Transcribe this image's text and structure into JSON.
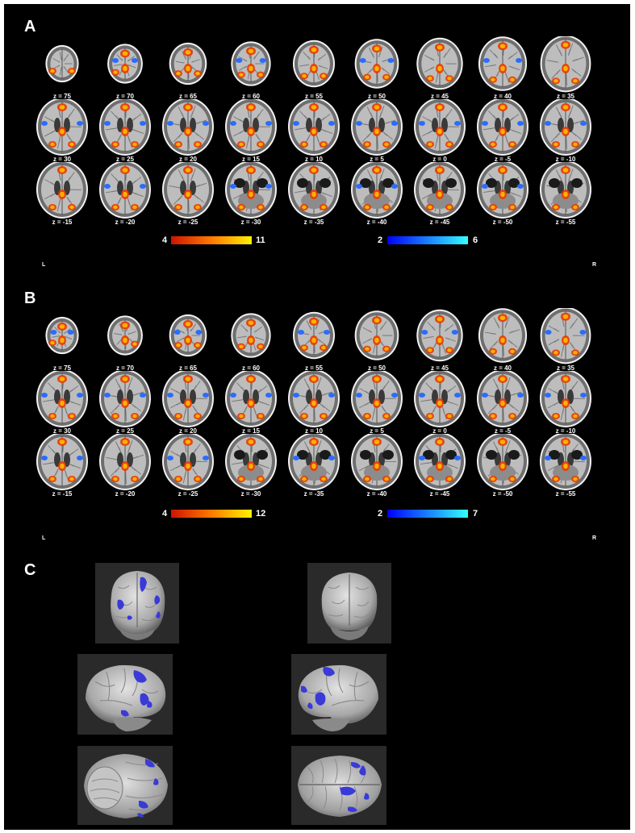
{
  "panels": {
    "A": {
      "letter": "A",
      "rows": [
        [
          "z = 75",
          "z = 70",
          "z = 65",
          "z = 60",
          "z = 55",
          "z = 50",
          "z = 45",
          "z = 40",
          "z = 35"
        ],
        [
          "z = 30",
          "z = 25",
          "z = 20",
          "z = 15",
          "z = 10",
          "z = 5",
          "z = 0",
          "z = -5",
          "z = -10"
        ],
        [
          "z = -15",
          "z = -20",
          "z = -25",
          "z = -30",
          "z = -35",
          "z = -40",
          "z = -45",
          "z = -50",
          "z = -55"
        ]
      ],
      "warm_scale": {
        "min": "4",
        "max": "11"
      },
      "cool_scale": {
        "min": "2",
        "max": "6"
      },
      "left_label": "L",
      "right_label": "R"
    },
    "B": {
      "letter": "B",
      "rows": [
        [
          "z = 75",
          "z = 70",
          "z = 65",
          "z = 60",
          "z = 55",
          "z = 50",
          "z = 45",
          "z = 40",
          "z = 35"
        ],
        [
          "z = 30",
          "z = 25",
          "z = 20",
          "z = 15",
          "z = 10",
          "z = 5",
          "z = 0",
          "z = -5",
          "z = -10"
        ],
        [
          "z = -15",
          "z = -20",
          "z = -25",
          "z = -30",
          "z = -35",
          "z = -40",
          "z = -45",
          "z = -50",
          "z = -55"
        ]
      ],
      "warm_scale": {
        "min": "4",
        "max": "12"
      },
      "cool_scale": {
        "min": "2",
        "max": "7"
      },
      "left_label": "L",
      "right_label": "R"
    },
    "C": {
      "letter": "C",
      "views": [
        "posterior",
        "posterior",
        "left-lateral",
        "right-lateral",
        "inferior",
        "superior"
      ]
    }
  },
  "colors": {
    "background": "#000000",
    "warm_low": "#cc1400",
    "warm_mid": "#ff7a00",
    "warm_high": "#fff200",
    "cool_low": "#0000ff",
    "cool_high": "#33ffff",
    "cortex": "#b8b8b8",
    "activation_blue": "#3a3ad8"
  }
}
